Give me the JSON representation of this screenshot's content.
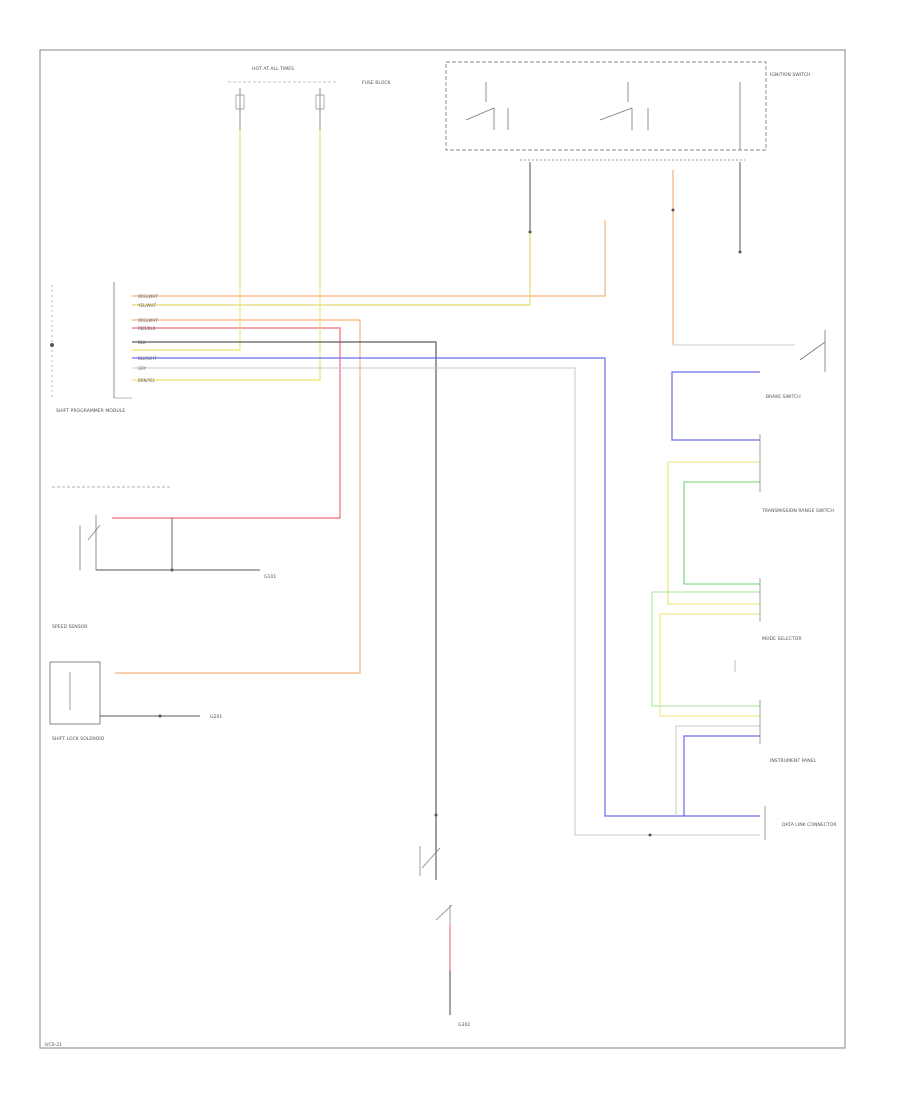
{
  "colors": {
    "border": "#9a9a9a",
    "black_wire": "#5a5a5a",
    "orange_wire": "#f6b27a",
    "red_wire": "#f06a7a",
    "yellow_wire": "#ece36e",
    "green_wire": "#6fd46f",
    "blue_wire": "#6a6af0",
    "gray_wire": "#c8c8c8"
  },
  "labels": {
    "hot_all_times": "HOT AT ALL TIMES",
    "fuse_block": "FUSE BLOCK",
    "ignition_switch": "IGNITION SWITCH",
    "tcm": "SHIFT PROGRAMMER MODULE",
    "grounds": [
      "G101",
      "G201",
      "G302"
    ],
    "brake_switch": "BRAKE SWITCH",
    "speed_sensor": "SPEED SENSOR",
    "solenoid": "SHIFT LOCK SOLENOID",
    "range_switch": "TRANSMISSION RANGE SWITCH",
    "mode_selector": "MODE SELECTOR",
    "instrument_panel": "INSTRUMENT PANEL",
    "data_link": "DATA LINK CONNECTOR",
    "footer": "3/C0-21"
  },
  "wire_colors": [
    "ORG/WHT",
    "RED/BLK",
    "YEL/WHT",
    "GRN/WHT",
    "BLU/WHT",
    "GRY",
    "BLK",
    "BRN/YEL"
  ]
}
